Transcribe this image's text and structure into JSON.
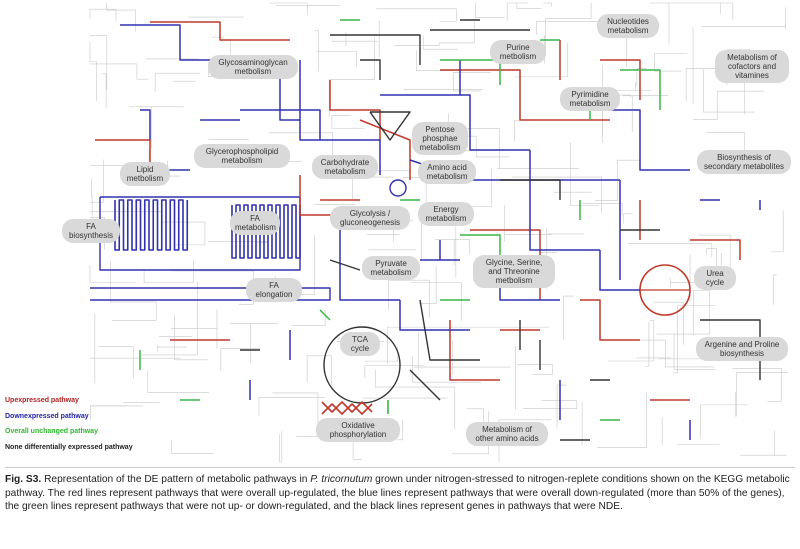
{
  "regions": [
    {
      "id": "nucleotides",
      "label": "Nucleotides\nmetabolism"
    },
    {
      "id": "purine",
      "label": "Purine\nmetbolism"
    },
    {
      "id": "cofactors",
      "label": "Metabolism of\ncofactors and\nvitamines"
    },
    {
      "id": "glycosaminoglycan",
      "label": "Glycosaminoglycan\nmetbolism"
    },
    {
      "id": "pyrimidine",
      "label": "Pyrimidine\nmetabolism"
    },
    {
      "id": "pentose",
      "label": "Pentose\nphosphae\nmetabolism"
    },
    {
      "id": "glycerophospholipid",
      "label": "Glycerophospholipid\nmetabolism"
    },
    {
      "id": "carbohydrate",
      "label": "Carbohydrate\nmetabolism"
    },
    {
      "id": "amino-acid",
      "label": "Amino acid\nmetabolism"
    },
    {
      "id": "lipid",
      "label": "Lipid\nmetbolism"
    },
    {
      "id": "secondary",
      "label": "Biosynthesis of\nsecondary metabolites"
    },
    {
      "id": "energy",
      "label": "Energy\nmetabolism"
    },
    {
      "id": "glycolysis",
      "label": "Glycolysis /\ngluconeogenesis"
    },
    {
      "id": "fa-biosynthesis",
      "label": "FA\nbiosynthesis"
    },
    {
      "id": "fa-metabolism",
      "label": "FA\nmetabolism"
    },
    {
      "id": "pyruvate",
      "label": "Pyruvate\nmetabolism"
    },
    {
      "id": "glycine",
      "label": "Glycine, Serine,\nand Threonine\nmetbolism"
    },
    {
      "id": "urea",
      "label": "Urea\ncycle"
    },
    {
      "id": "fa-elongation",
      "label": "FA\nelongation"
    },
    {
      "id": "tca",
      "label": "TCA\ncycle"
    },
    {
      "id": "arginine",
      "label": "Argenine and Proline\nbiosynthesis"
    },
    {
      "id": "oxidative",
      "label": "Oxidative\nphosphorylation"
    },
    {
      "id": "other-amino",
      "label": "Metabolism of\nother amino acids"
    }
  ],
  "legend": [
    {
      "label": "Upexpressed pathway",
      "color": "#b22222"
    },
    {
      "label": "Downexpressed pathway",
      "color": "#2323a8"
    },
    {
      "label": "Overall unchanged pathway",
      "color": "#3cc43c"
    },
    {
      "label": "None differentially expressed pathway",
      "color": "#222222"
    }
  ],
  "colors": {
    "up": "#c0392b",
    "down": "#3030b0",
    "unchanged": "#3ab54a",
    "nde": "#333333",
    "background_lines": "#c8c8c8",
    "region_fill": "#d9d9d9"
  },
  "caption": {
    "label": "Fig. S3.",
    "text_before": "Representation of the DE pattern of metabolic pathways in ",
    "species": "P. tricornutum",
    "text_after": " grown under nitrogen-stressed to nitrogen-replete conditions shown on the KEGG metabolic pathway. The red lines represent pathways that were overall up-regulated, the blue lines represent pathways that were overall down-regulated (more than 50% of the genes), the green lines represent pathways that were not up- or down-regulated, and the black lines represent genes in pathways that were NDE."
  }
}
